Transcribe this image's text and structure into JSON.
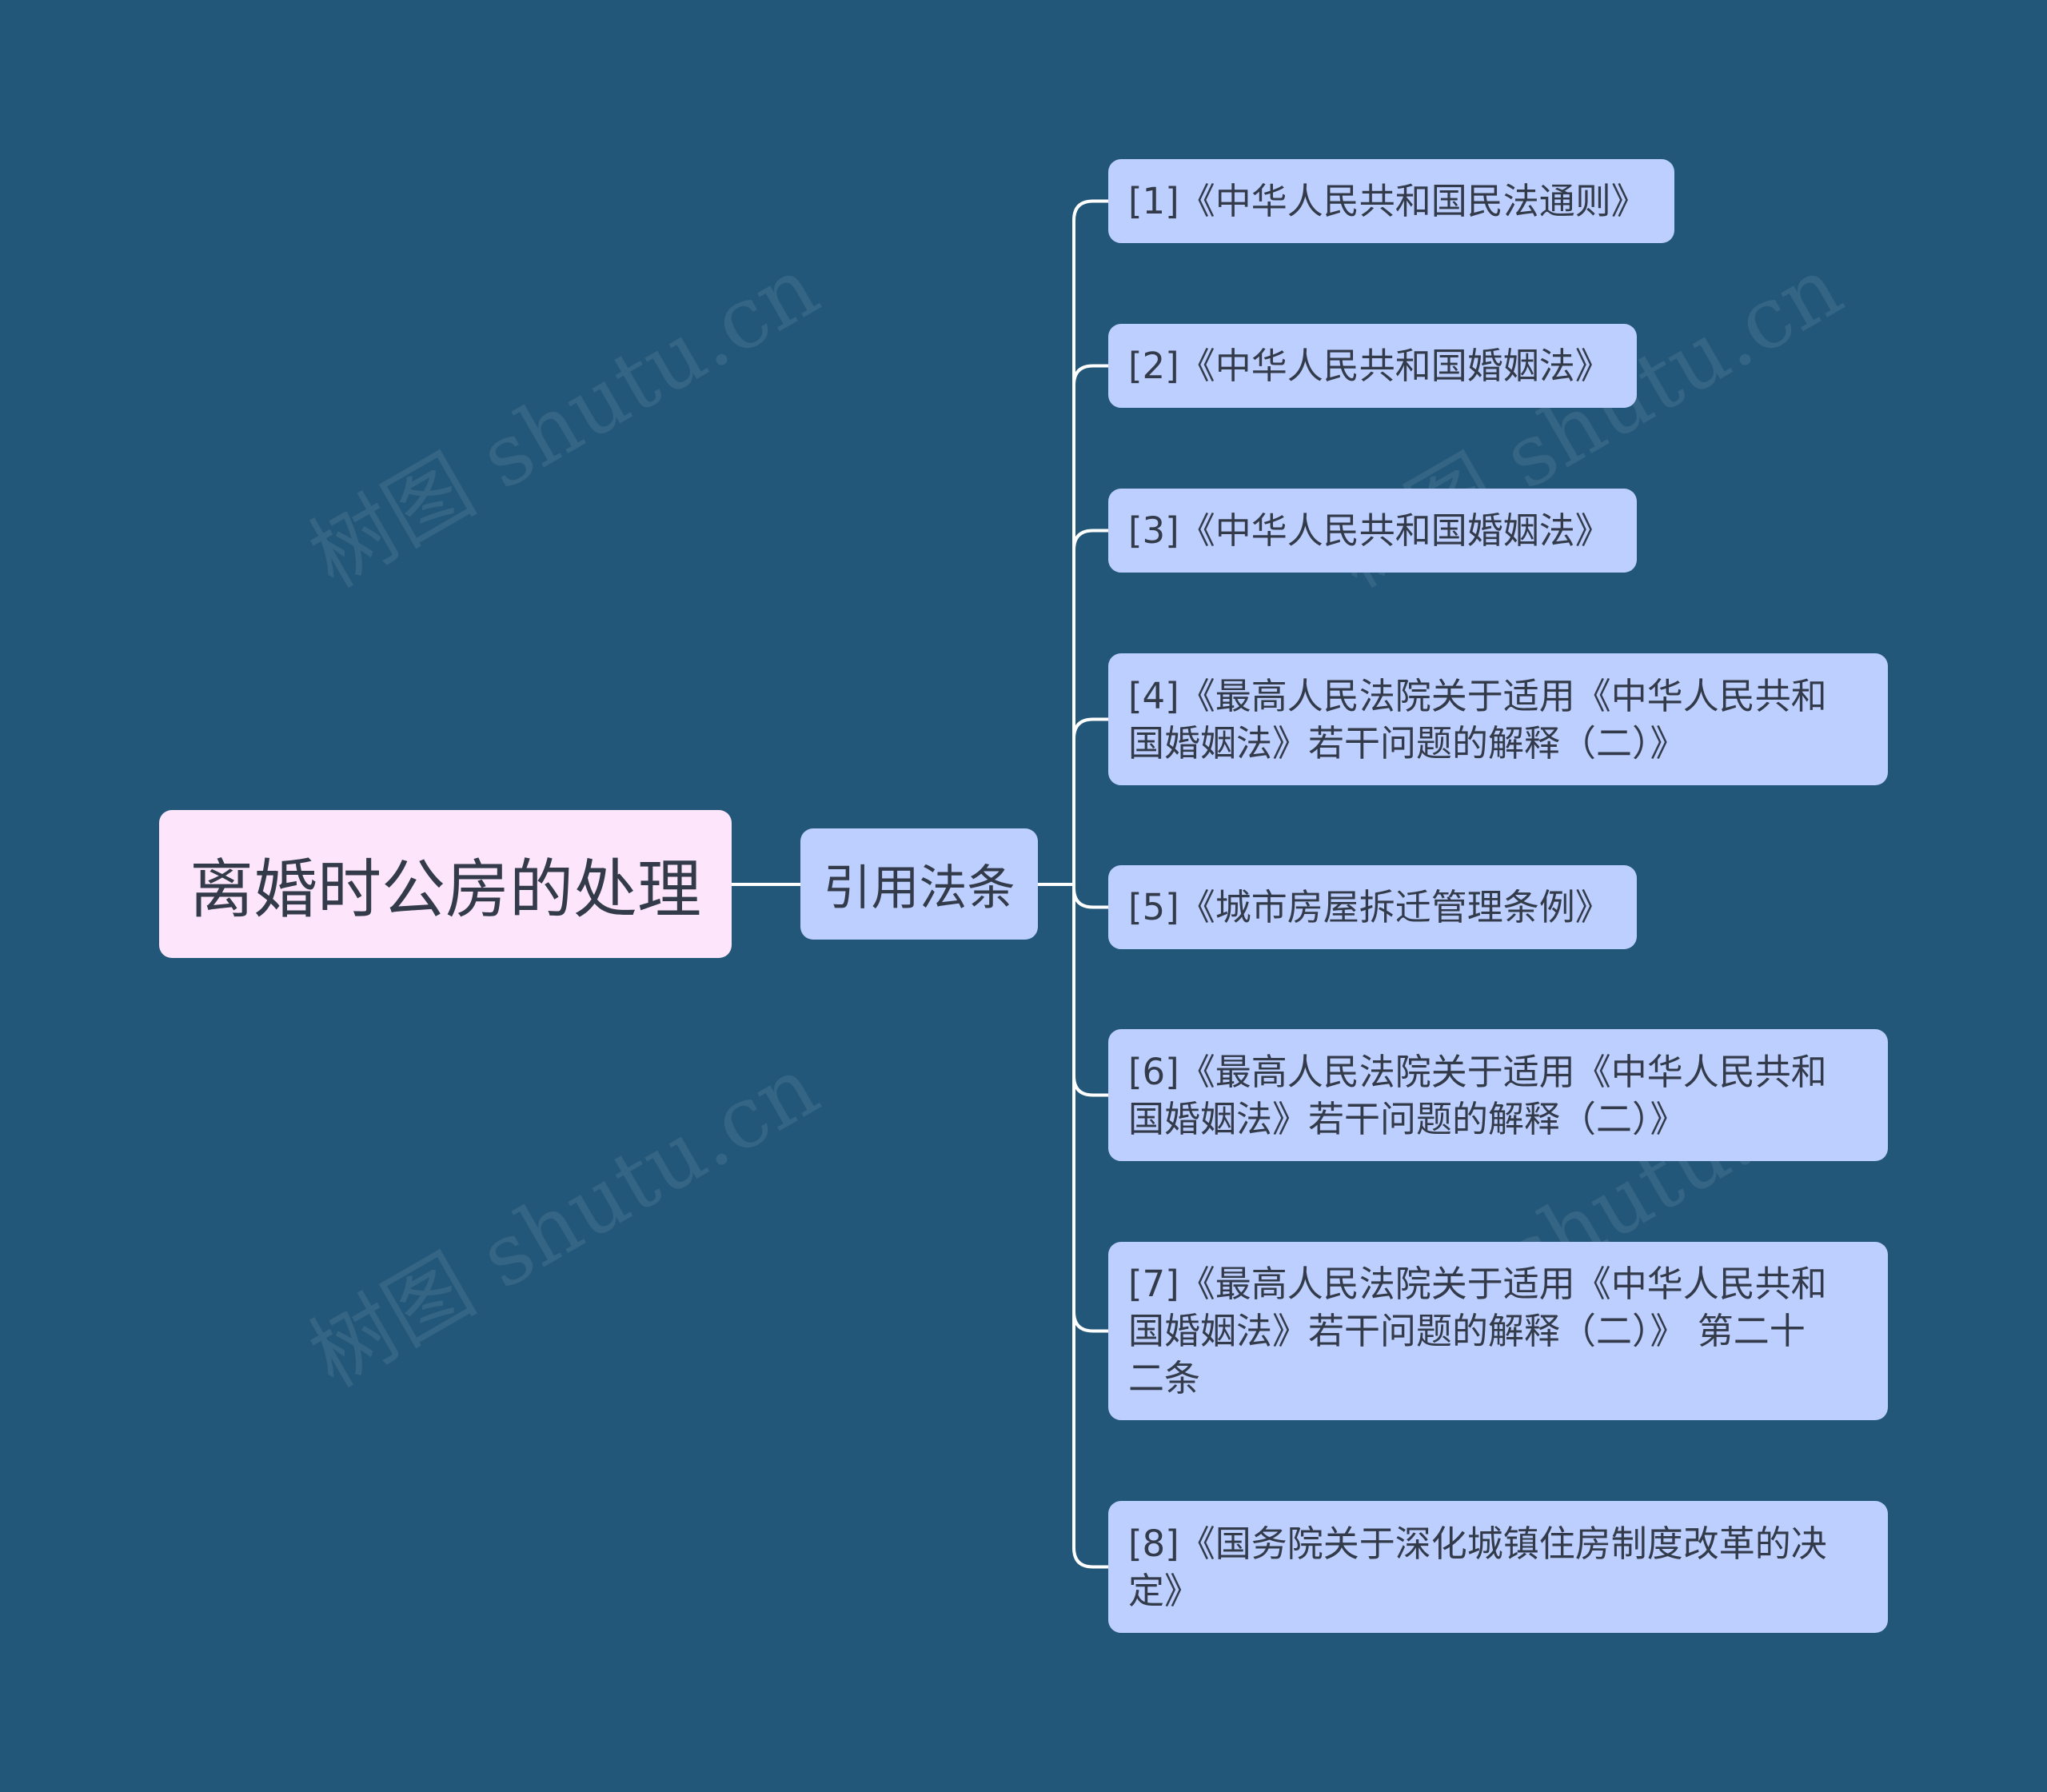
{
  "root": {
    "label": "离婚时公房的处理"
  },
  "branch": {
    "label": "引用法条"
  },
  "leaves": [
    {
      "label": "[1]《中华人民共和国民法通则》"
    },
    {
      "label": "[2]《中华人民共和国婚姻法》"
    },
    {
      "label": "[3]《中华人民共和国婚姻法》"
    },
    {
      "label": "[4]《最高人民法院关于适用《中华人民共和\n国婚姻法》若干问题的解释（二）》"
    },
    {
      "label": "[5]《城市房屋拆迁管理条例》"
    },
    {
      "label": "[6]《最高人民法院关于适用《中华人民共和\n国婚姻法》若干问题的解释（二）》"
    },
    {
      "label": "[7]《最高人民法院关于适用《中华人民共和\n国婚姻法》若干问题的解释（二）》 第二十\n二条"
    },
    {
      "label": "[8]《国务院关于深化城镇住房制度改革的决\n定》"
    }
  ],
  "watermark": "树图 shutu.cn",
  "colors": {
    "background": "#235779",
    "root_fill": "#fde6fb",
    "node_fill": "#bccfff",
    "connector": "#ffffff",
    "text": "#333b4a"
  }
}
